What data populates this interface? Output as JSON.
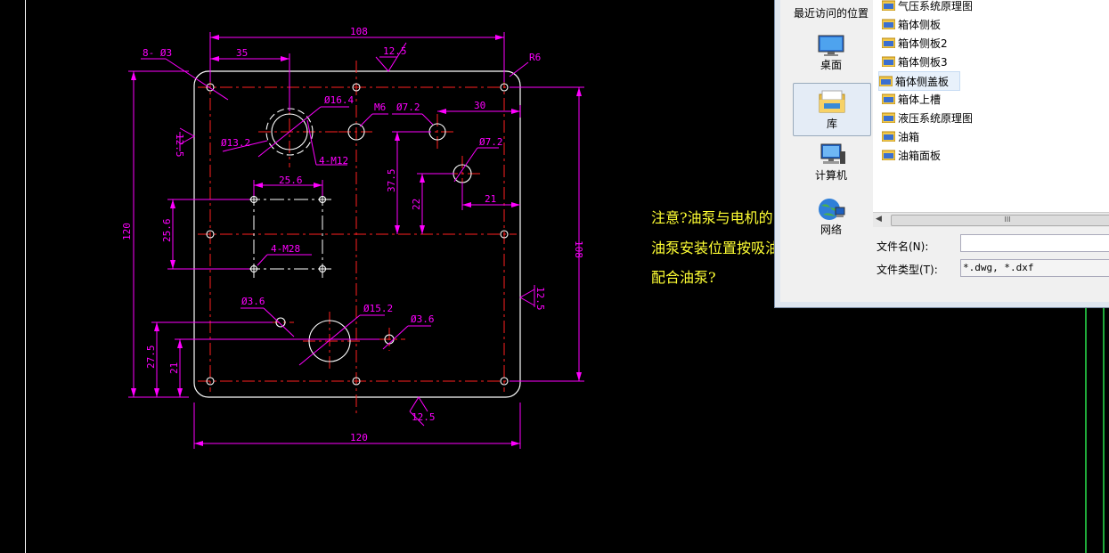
{
  "drawing": {
    "dims": {
      "top_width": "108",
      "holes_8": "8- Ø3",
      "left_offset": "35",
      "roughness_top": "12.5",
      "corner_radius": "R6",
      "d16_4": "Ø16.4",
      "m6": "M6",
      "d7_2_top": "Ø7.2",
      "dim_30": "30",
      "roughness_left": "12.5",
      "d13_2": "Ø13.2",
      "m12": "4-M12",
      "d7_2_right": "Ø7.2",
      "dim_37_5": "37.5",
      "dim_22": "22",
      "dim_21_right": "21",
      "dim_25_6_h": "25.6",
      "dim_25_6_v": "25.6",
      "m8": "4-M28",
      "height_120": "120",
      "height_108": "108",
      "roughness_right": "12.5",
      "d3_6_left": "Ø3.6",
      "d15_2": "Ø15.2",
      "d3_6_right": "Ø3.6",
      "dim_27_5": "27.5",
      "dim_21_left": "21",
      "roughness_bottom": "12.5",
      "bottom_width": "120"
    }
  },
  "note": {
    "line1": "注意?油泵与电机的中",
    "line2": "油泵安装位置按吸油",
    "line3": "配合油泵?"
  },
  "dialog": {
    "places": [
      {
        "label": "最近访问的位置",
        "icon": "recent-places-icon"
      },
      {
        "label": "桌面",
        "icon": "desktop-icon"
      },
      {
        "label": "库",
        "icon": "library-icon"
      },
      {
        "label": "计算机",
        "icon": "computer-icon"
      },
      {
        "label": "网络",
        "icon": "network-icon"
      }
    ],
    "files": [
      "气压系统原理图",
      "箱体侧板",
      "箱体侧板2",
      "箱体侧板3",
      "箱体侧盖板",
      "箱体上槽",
      "液压系统原理图",
      "油箱",
      "油箱面板"
    ],
    "selected_file": "箱体侧盖板",
    "scroll_glyph": "III",
    "filename_label": "文件名(N):",
    "filename_value": "",
    "filetype_label": "文件类型(T):",
    "filetype_value": "*.dwg, *.dxf"
  },
  "colors": {
    "background": "#000000",
    "outline": "#ffffff",
    "centerline": "#ff2020",
    "dimension": "#ff00ff",
    "note": "#ffff33",
    "accent_green": "#1faa3a"
  }
}
